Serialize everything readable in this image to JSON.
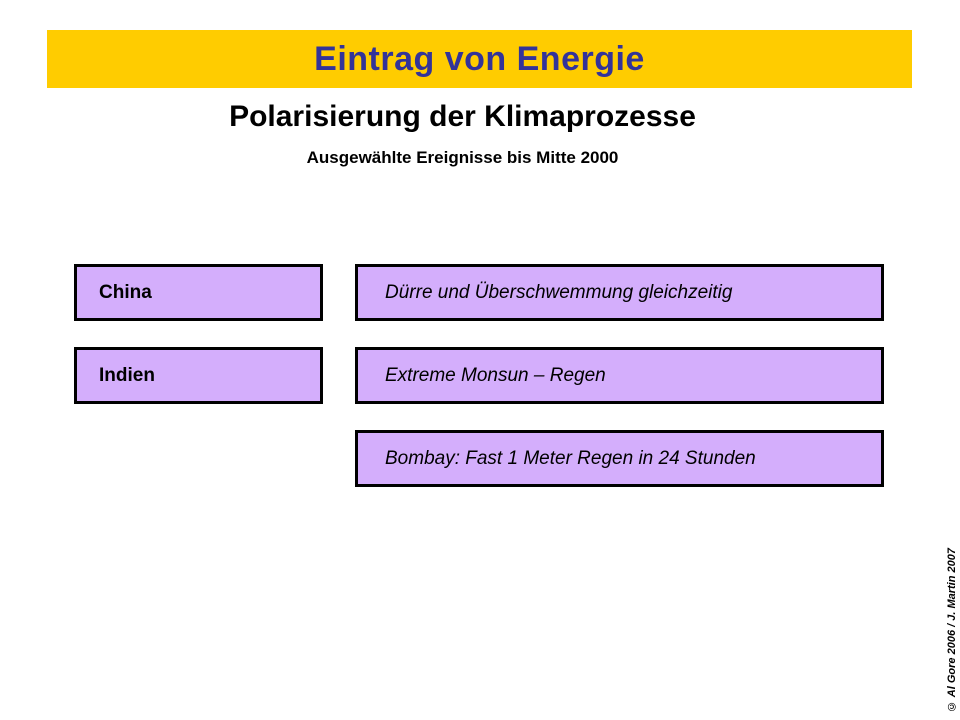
{
  "banner": {
    "title": "Eintrag von Energie",
    "background_color": "#ffcc00",
    "title_color": "#333399"
  },
  "headline": "Polarisierung der Klimaprozesse",
  "subhead": "Ausgewählte Ereignisse bis Mitte 2000",
  "boxes": {
    "fill_color": "#d4aefc",
    "border_color": "#000000",
    "rows": [
      {
        "country": "China",
        "description": "Dürre und Überschwemmung gleichzeitig"
      },
      {
        "country": "Indien",
        "description": "Extreme Monsun – Regen"
      },
      {
        "country": "",
        "description": "Bombay: Fast 1 Meter Regen in 24 Stunden"
      }
    ]
  },
  "credit": "© Al Gore 2006 / J. Martin 2007"
}
